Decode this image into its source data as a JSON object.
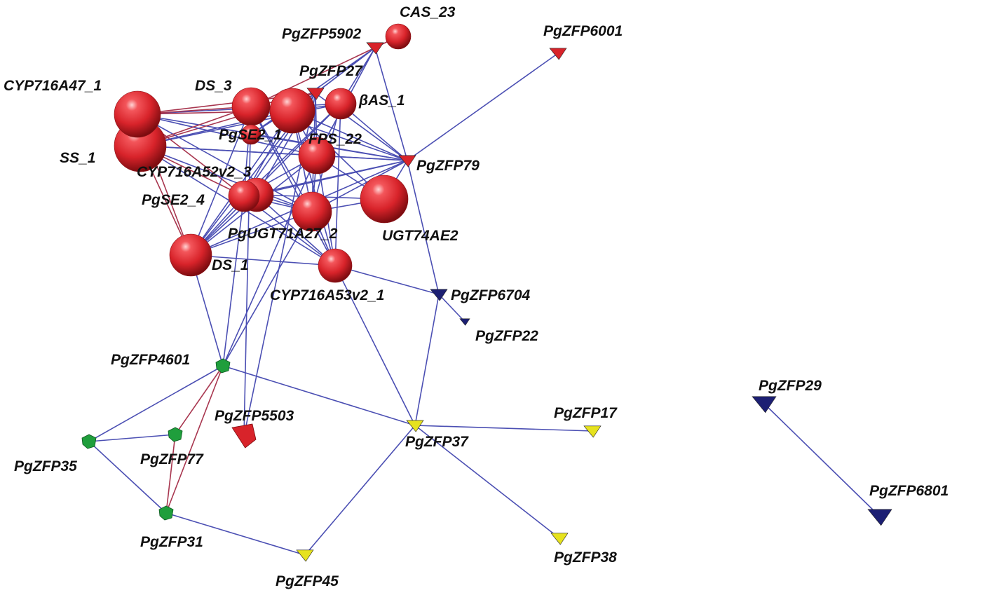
{
  "colors": {
    "red": "#d8232a",
    "navy": "#1c1f73",
    "green": "#1f9e3c",
    "yellow": "#e6e21e",
    "edge_blue": "#4b4fb3",
    "edge_red": "#a8364f"
  },
  "nodes": [
    {
      "id": "CAS_23",
      "label": "CAS_23",
      "shape": "sphere",
      "color": "red",
      "size": "small"
    },
    {
      "id": "PgZFP5902",
      "label": "PgZFP5902",
      "shape": "triangle",
      "color": "red",
      "size": "small"
    },
    {
      "id": "PgZFP6001",
      "label": "PgZFP6001",
      "shape": "triangle",
      "color": "red",
      "size": "small"
    },
    {
      "id": "PgZFP27",
      "label": "PgZFP27",
      "shape": "triangle",
      "color": "red",
      "size": "small"
    },
    {
      "id": "bAS_1",
      "label": "βAS_1",
      "shape": "sphere",
      "color": "red",
      "size": "small"
    },
    {
      "id": "CYP716A47_1",
      "label": "CYP716A47_1",
      "shape": "sphere",
      "color": "red",
      "size": "large"
    },
    {
      "id": "DS_3",
      "label": "DS_3",
      "shape": "sphere",
      "color": "red",
      "size": "medium"
    },
    {
      "id": "DS_3b",
      "label": "",
      "shape": "sphere",
      "color": "red",
      "size": "large"
    },
    {
      "id": "SS_1",
      "label": "SS_1",
      "shape": "sphere",
      "color": "red",
      "size": "xlarge"
    },
    {
      "id": "PgSE2_1",
      "label": "PgSE2_1",
      "shape": "sphere",
      "color": "red",
      "size": "medium"
    },
    {
      "id": "FPS_22",
      "label": "FPS_22",
      "shape": "sphere",
      "color": "red",
      "size": "medium"
    },
    {
      "id": "PgZFP79",
      "label": "PgZFP79",
      "shape": "triangle",
      "color": "red",
      "size": "small"
    },
    {
      "id": "CYP716A52v2_3",
      "label": "CYP716A52v2_3",
      "shape": "sphere",
      "color": "red",
      "size": "medium"
    },
    {
      "id": "PgSE2_4",
      "label": "PgSE2_4",
      "shape": "sphere",
      "color": "red",
      "size": "medium"
    },
    {
      "id": "UGT74AE2",
      "label": "UGT74AE2",
      "shape": "sphere",
      "color": "red",
      "size": "large"
    },
    {
      "id": "PgUGT71A27_2",
      "label": "PgUGT71A27_2",
      "shape": "sphere",
      "color": "red",
      "size": "medium"
    },
    {
      "id": "DS_1",
      "label": "DS_1",
      "shape": "sphere",
      "color": "red",
      "size": "medium"
    },
    {
      "id": "CYP716A53v2_1",
      "label": "CYP716A53v2_1",
      "shape": "sphere",
      "color": "red",
      "size": "small"
    },
    {
      "id": "PgZFP6704",
      "label": "PgZFP6704",
      "shape": "triangle",
      "color": "navy",
      "size": "small"
    },
    {
      "id": "PgZFP22",
      "label": "PgZFP22",
      "shape": "triangle",
      "color": "navy",
      "size": "tiny"
    },
    {
      "id": "PgZFP4601",
      "label": "PgZFP4601",
      "shape": "cube",
      "color": "green",
      "size": "small"
    },
    {
      "id": "PgZFP5503",
      "label": "PgZFP5503",
      "shape": "diamond",
      "color": "red",
      "size": "medium"
    },
    {
      "id": "PgZFP37",
      "label": "PgZFP37",
      "shape": "triangle",
      "color": "yellow",
      "size": "small"
    },
    {
      "id": "PgZFP17",
      "label": "PgZFP17",
      "shape": "triangle",
      "color": "yellow",
      "size": "small"
    },
    {
      "id": "PgZFP35",
      "label": "PgZFP35",
      "shape": "cube",
      "color": "green",
      "size": "small"
    },
    {
      "id": "PgZFP77",
      "label": "PgZFP77",
      "shape": "cube",
      "color": "green",
      "size": "small"
    },
    {
      "id": "PgZFP31",
      "label": "PgZFP31",
      "shape": "cube",
      "color": "green",
      "size": "small"
    },
    {
      "id": "PgZFP45",
      "label": "PgZFP45",
      "shape": "triangle",
      "color": "yellow",
      "size": "small"
    },
    {
      "id": "PgZFP38",
      "label": "PgZFP38",
      "shape": "triangle",
      "color": "yellow",
      "size": "small"
    },
    {
      "id": "PgZFP29",
      "label": "PgZFP29",
      "shape": "triangle",
      "color": "navy",
      "size": "medium"
    },
    {
      "id": "PgZFP6801",
      "label": "PgZFP6801",
      "shape": "triangle",
      "color": "navy",
      "size": "medium"
    }
  ],
  "edges": [
    {
      "from": "PgZFP5902",
      "to": "CAS_23",
      "color": "edge_red"
    },
    {
      "from": "PgZFP5902",
      "to": "DS_3",
      "color": "edge_red"
    },
    {
      "from": "PgZFP5902",
      "to": "DS_3b",
      "color": "edge_blue"
    },
    {
      "from": "PgZFP5902",
      "to": "PgZFP27",
      "color": "edge_blue"
    },
    {
      "from": "PgZFP5902",
      "to": "bAS_1",
      "color": "edge_blue"
    },
    {
      "from": "PgZFP5902",
      "to": "FPS_22",
      "color": "edge_blue"
    },
    {
      "from": "PgZFP5902",
      "to": "PgZFP79",
      "color": "edge_blue"
    },
    {
      "from": "PgZFP5902",
      "to": "PgSE2_1",
      "color": "edge_blue"
    },
    {
      "from": "PgZFP79",
      "to": "PgZFP6001",
      "color": "edge_blue"
    },
    {
      "from": "PgZFP79",
      "to": "CYP716A47_1",
      "color": "edge_blue"
    },
    {
      "from": "PgZFP79",
      "to": "SS_1",
      "color": "edge_blue"
    },
    {
      "from": "PgZFP79",
      "to": "DS_3",
      "color": "edge_blue"
    },
    {
      "from": "PgZFP79",
      "to": "DS_3b",
      "color": "edge_blue"
    },
    {
      "from": "PgZFP79",
      "to": "bAS_1",
      "color": "edge_blue"
    },
    {
      "from": "PgZFP79",
      "to": "FPS_22",
      "color": "edge_blue"
    },
    {
      "from": "PgZFP79",
      "to": "PgSE2_1",
      "color": "edge_blue"
    },
    {
      "from": "PgZFP79",
      "to": "CYP716A52v2_3",
      "color": "edge_blue"
    },
    {
      "from": "PgZFP79",
      "to": "PgSE2_4",
      "color": "edge_blue"
    },
    {
      "from": "PgZFP79",
      "to": "UGT74AE2",
      "color": "edge_blue"
    },
    {
      "from": "PgZFP79",
      "to": "PgUGT71A27_2",
      "color": "edge_blue"
    },
    {
      "from": "PgZFP79",
      "to": "DS_1",
      "color": "edge_blue"
    },
    {
      "from": "PgZFP79",
      "to": "PgZFP6704",
      "color": "edge_blue"
    },
    {
      "from": "PgZFP27",
      "to": "CYP716A47_1",
      "color": "edge_red"
    },
    {
      "from": "PgZFP27",
      "to": "SS_1",
      "color": "edge_red"
    },
    {
      "from": "PgZFP27",
      "to": "DS_3",
      "color": "edge_red"
    },
    {
      "from": "PgZFP27",
      "to": "PgSE2_1",
      "color": "edge_blue"
    },
    {
      "from": "PgZFP27",
      "to": "CYP716A52v2_3",
      "color": "edge_blue"
    },
    {
      "from": "PgZFP27",
      "to": "PgSE2_4",
      "color": "edge_blue"
    },
    {
      "from": "PgZFP27",
      "to": "PgUGT71A27_2",
      "color": "edge_blue"
    },
    {
      "from": "PgZFP27",
      "to": "DS_1",
      "color": "edge_blue"
    },
    {
      "from": "PgZFP27",
      "to": "FPS_22",
      "color": "edge_blue"
    },
    {
      "from": "PgZFP27",
      "to": "PgZFP79",
      "color": "edge_blue"
    },
    {
      "from": "PgZFP27",
      "to": "PgZFP5503",
      "color": "edge_blue"
    },
    {
      "from": "bAS_1",
      "to": "CYP716A47_1",
      "color": "edge_blue"
    },
    {
      "from": "bAS_1",
      "to": "SS_1",
      "color": "edge_blue"
    },
    {
      "from": "bAS_1",
      "to": "PgSE2_4",
      "color": "edge_blue"
    },
    {
      "from": "bAS_1",
      "to": "PgUGT71A27_2",
      "color": "edge_blue"
    },
    {
      "from": "bAS_1",
      "to": "DS_1",
      "color": "edge_blue"
    },
    {
      "from": "bAS_1",
      "to": "CYP716A53v2_1",
      "color": "edge_blue"
    },
    {
      "from": "CYP716A47_1",
      "to": "DS_3",
      "color": "edge_red"
    },
    {
      "from": "CYP716A47_1",
      "to": "DS_3b",
      "color": "edge_red"
    },
    {
      "from": "CYP716A47_1",
      "to": "FPS_22",
      "color": "edge_blue"
    },
    {
      "from": "CYP716A47_1",
      "to": "PgSE2_4",
      "color": "edge_red"
    },
    {
      "from": "CYP716A47_1",
      "to": "PgUGT71A27_2",
      "color": "edge_blue"
    },
    {
      "from": "CYP716A47_1",
      "to": "DS_1",
      "color": "edge_red"
    },
    {
      "from": "SS_1",
      "to": "DS_3",
      "color": "edge_red"
    },
    {
      "from": "SS_1",
      "to": "DS_3b",
      "color": "edge_blue"
    },
    {
      "from": "SS_1",
      "to": "FPS_22",
      "color": "edge_blue"
    },
    {
      "from": "SS_1",
      "to": "PgSE2_4",
      "color": "edge_red"
    },
    {
      "from": "SS_1",
      "to": "PgUGT71A27_2",
      "color": "edge_blue"
    },
    {
      "from": "SS_1",
      "to": "DS_1",
      "color": "edge_red"
    },
    {
      "from": "SS_1",
      "to": "CYP716A53v2_1",
      "color": "edge_blue"
    },
    {
      "from": "DS_3",
      "to": "DS_3b",
      "color": "edge_blue"
    },
    {
      "from": "DS_3",
      "to": "PgSE2_4",
      "color": "edge_blue"
    },
    {
      "from": "DS_3",
      "to": "DS_1",
      "color": "edge_blue"
    },
    {
      "from": "DS_3",
      "to": "PgUGT71A27_2",
      "color": "edge_blue"
    },
    {
      "from": "DS_3",
      "to": "CYP716A53v2_1",
      "color": "edge_blue"
    },
    {
      "from": "DS_3b",
      "to": "bAS_1",
      "color": "edge_blue"
    },
    {
      "from": "DS_3b",
      "to": "FPS_22",
      "color": "edge_blue"
    },
    {
      "from": "DS_3b",
      "to": "PgSE2_4",
      "color": "edge_blue"
    },
    {
      "from": "DS_3b",
      "to": "PgUGT71A27_2",
      "color": "edge_blue"
    },
    {
      "from": "DS_3b",
      "to": "DS_1",
      "color": "edge_blue"
    },
    {
      "from": "DS_3b",
      "to": "CYP716A53v2_1",
      "color": "edge_blue"
    },
    {
      "from": "DS_3b",
      "to": "UGT74AE2",
      "color": "edge_blue"
    },
    {
      "from": "FPS_22",
      "to": "PgSE2_4",
      "color": "edge_blue"
    },
    {
      "from": "FPS_22",
      "to": "PgUGT71A27_2",
      "color": "edge_blue"
    },
    {
      "from": "FPS_22",
      "to": "DS_1",
      "color": "edge_blue"
    },
    {
      "from": "FPS_22",
      "to": "UGT74AE2",
      "color": "edge_blue"
    },
    {
      "from": "FPS_22",
      "to": "CYP716A53v2_1",
      "color": "edge_blue"
    },
    {
      "from": "CYP716A52v2_3",
      "to": "PgUGT71A27_2",
      "color": "edge_blue"
    },
    {
      "from": "CYP716A52v2_3",
      "to": "DS_1",
      "color": "edge_blue"
    },
    {
      "from": "CYP716A52v2_3",
      "to": "UGT74AE2",
      "color": "edge_blue"
    },
    {
      "from": "CYP716A52v2_3",
      "to": "CYP716A53v2_1",
      "color": "edge_blue"
    },
    {
      "from": "PgSE2_4",
      "to": "DS_1",
      "color": "edge_blue"
    },
    {
      "from": "PgSE2_4",
      "to": "PgUGT71A27_2",
      "color": "edge_blue"
    },
    {
      "from": "PgSE2_4",
      "to": "CYP716A53v2_1",
      "color": "edge_blue"
    },
    {
      "from": "PgUGT71A27_2",
      "to": "DS_1",
      "color": "edge_blue"
    },
    {
      "from": "PgUGT71A27_2",
      "to": "CYP716A53v2_1",
      "color": "edge_blue"
    },
    {
      "from": "PgUGT71A27_2",
      "to": "UGT74AE2",
      "color": "edge_blue"
    },
    {
      "from": "DS_1",
      "to": "CYP716A53v2_1",
      "color": "edge_blue"
    },
    {
      "from": "DS_1",
      "to": "PgZFP4601",
      "color": "edge_blue"
    },
    {
      "from": "CYP716A53v2_1",
      "to": "PgZFP6704",
      "color": "edge_blue"
    },
    {
      "from": "CYP716A53v2_1",
      "to": "PgZFP37",
      "color": "edge_blue"
    },
    {
      "from": "PgZFP6704",
      "to": "PgZFP22",
      "color": "edge_blue"
    },
    {
      "from": "PgZFP6704",
      "to": "PgZFP37",
      "color": "edge_blue"
    },
    {
      "from": "PgSE2_4",
      "to": "PgZFP4601",
      "color": "edge_blue"
    },
    {
      "from": "FPS_22",
      "to": "PgZFP4601",
      "color": "edge_blue"
    },
    {
      "from": "PgUGT71A27_2",
      "to": "PgZFP4601",
      "color": "edge_blue"
    },
    {
      "from": "DS_3",
      "to": "PgZFP5503",
      "color": "edge_blue"
    },
    {
      "from": "PgZFP4601",
      "to": "PgZFP35",
      "color": "edge_blue"
    },
    {
      "from": "PgZFP4601",
      "to": "PgZFP77",
      "color": "edge_red"
    },
    {
      "from": "PgZFP4601",
      "to": "PgZFP31",
      "color": "edge_red"
    },
    {
      "from": "PgZFP4601",
      "to": "PgZFP37",
      "color": "edge_blue"
    },
    {
      "from": "PgZFP35",
      "to": "PgZFP77",
      "color": "edge_blue"
    },
    {
      "from": "PgZFP35",
      "to": "PgZFP31",
      "color": "edge_blue"
    },
    {
      "from": "PgZFP77",
      "to": "PgZFP31",
      "color": "edge_red"
    },
    {
      "from": "PgZFP31",
      "to": "PgZFP45",
      "color": "edge_blue"
    },
    {
      "from": "PgZFP45",
      "to": "PgZFP37",
      "color": "edge_blue"
    },
    {
      "from": "PgZFP37",
      "to": "PgZFP17",
      "color": "edge_blue"
    },
    {
      "from": "PgZFP37",
      "to": "PgZFP38",
      "color": "edge_blue"
    },
    {
      "from": "PgZFP29",
      "to": "PgZFP6801",
      "color": "edge_blue"
    }
  ]
}
